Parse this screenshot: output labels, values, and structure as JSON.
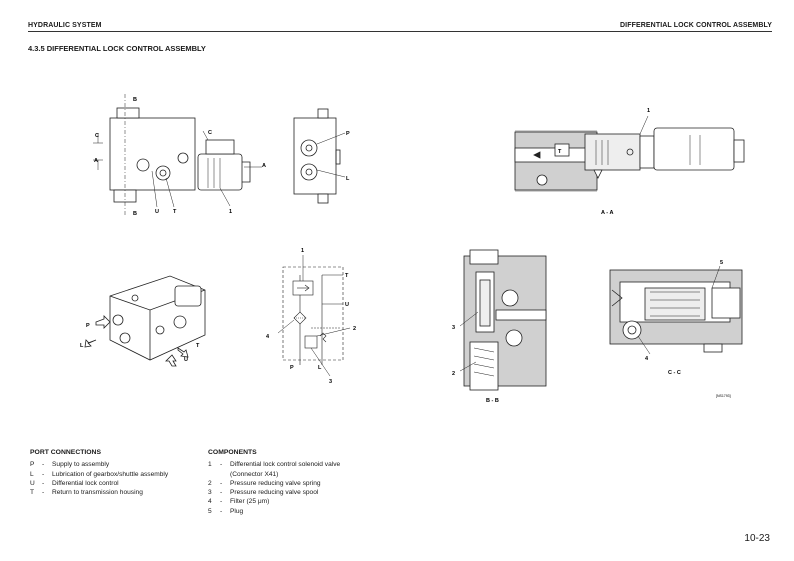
{
  "header": {
    "left": "HYDRAULIC SYSTEM",
    "right": "DIFFERENTIAL LOCK CONTROL ASSEMBLY"
  },
  "section_title": "4.3.5 DIFFERENTIAL LOCK CONTROL ASSEMBLY",
  "figure_labels": {
    "B": "B",
    "C": "C",
    "A": "A",
    "U": "U",
    "T": "T",
    "P": "P",
    "L": "L",
    "n1": "1",
    "n2": "2",
    "n3": "3",
    "n4": "4",
    "n5": "5",
    "section_aa": "A - A",
    "section_bb": "B - B",
    "section_cc": "C - C",
    "ref_code": "[NS1793]"
  },
  "port_connections": {
    "title": "PORT CONNECTIONS",
    "items": [
      {
        "key": "P",
        "sep": "-",
        "text": "Supply to assembly"
      },
      {
        "key": "L",
        "sep": "-",
        "text": "Lubrication of gearbox/shuttle assembly"
      },
      {
        "key": "U",
        "sep": "-",
        "text": "Differential lock control"
      },
      {
        "key": "T",
        "sep": "-",
        "text": "Return to transmission housing"
      }
    ]
  },
  "components": {
    "title": "COMPONENTS",
    "items": [
      {
        "key": "1",
        "sep": "-",
        "text": "Differential lock control solenoid valve"
      },
      {
        "key": "",
        "sep": "",
        "text": "(Connector X41)"
      },
      {
        "key": "2",
        "sep": "-",
        "text": "Pressure reducing valve spring"
      },
      {
        "key": "3",
        "sep": "-",
        "text": "Pressure reducing valve spool"
      },
      {
        "key": "4",
        "sep": "-",
        "text": "Filter (25 μm)"
      },
      {
        "key": "5",
        "sep": "-",
        "text": "Plug"
      }
    ]
  },
  "page_number": "10-23"
}
